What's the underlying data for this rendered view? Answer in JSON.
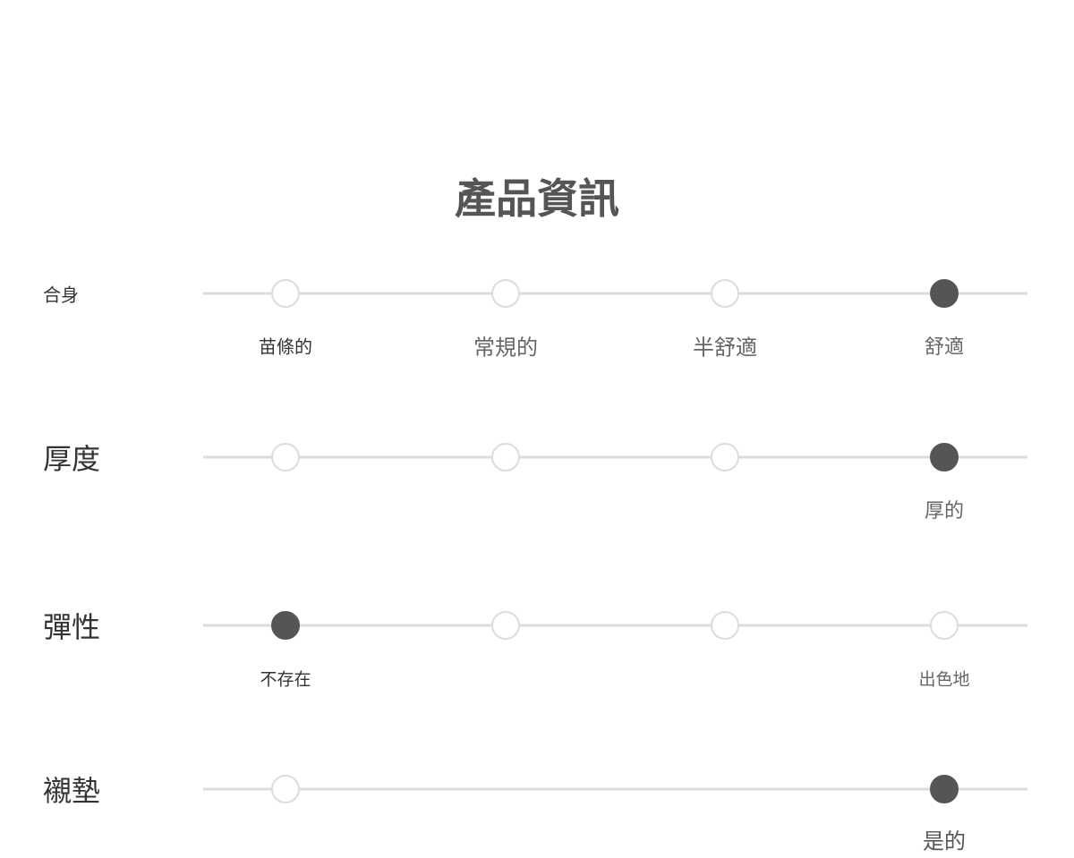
{
  "title": "產品資訊",
  "colors": {
    "selected": "#555555",
    "track": "#dcdcdc"
  },
  "rows": [
    {
      "label": "合身",
      "positions": [
        0,
        1,
        2,
        3
      ],
      "selected": 3,
      "options": [
        "苗條的",
        "常規的",
        "半舒適",
        "舒適"
      ]
    },
    {
      "label": "厚度",
      "positions": [
        0,
        1,
        2,
        3
      ],
      "selected": 3,
      "options": [
        "",
        "",
        "",
        "厚的"
      ]
    },
    {
      "label": "彈性",
      "positions": [
        0,
        1,
        2,
        3
      ],
      "selected": 0,
      "options": [
        "不存在",
        "",
        "",
        "出色地"
      ]
    },
    {
      "label": "襯墊",
      "positions": [
        0,
        3
      ],
      "selected": 3,
      "options": [
        "",
        "",
        "",
        "是的"
      ]
    }
  ]
}
